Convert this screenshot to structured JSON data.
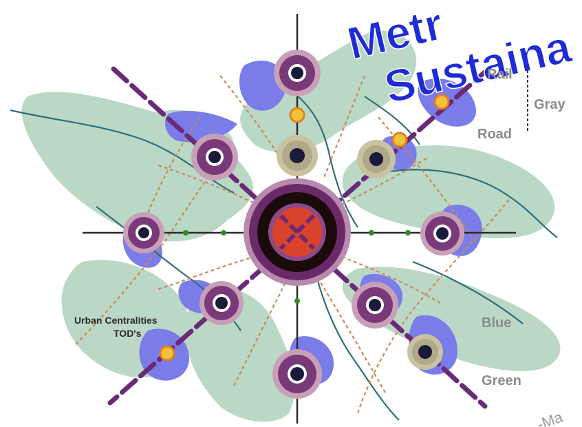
{
  "title_lines": [
    "Metr",
    "Sustaina"
  ],
  "legend": {
    "rail": "Rail",
    "gray": "Gray",
    "road": "Road",
    "blue": "Blue",
    "green": "Green"
  },
  "annotation": {
    "line1": "Urban Centralities",
    "line2": "TOD's"
  },
  "corner_fragment": "-Ma",
  "colors": {
    "green_area": "#b7d6c4",
    "blue_area": "#7a7ce8",
    "rail": "#6a2a78",
    "road": "#c98a5a",
    "river": "#2e6e7a",
    "center_red": "#d9432b",
    "node_ring": "#7a3a7a",
    "node_core": "#1a1a3a",
    "station": "#f2c23a",
    "title_blue": "#1e2bd6"
  }
}
